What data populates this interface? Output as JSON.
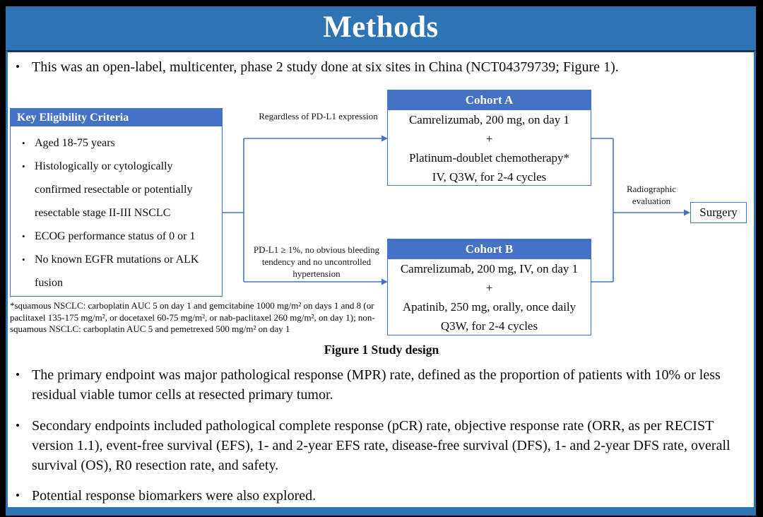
{
  "glyphs": {
    "bullet": "•"
  },
  "colors": {
    "title_bar": "#2E74B5",
    "box_header": "#4472C4",
    "connector": "#4472C4",
    "frame": "#000000"
  },
  "slide": {
    "title": "Methods",
    "bullets": [
      "This was an open-label, multicenter, phase 2 study done at six sites in China (NCT04379739; Figure 1).",
      "The primary endpoint was major pathological response (MPR) rate, defined as the proportion of patients with 10% or less residual viable tumor cells at resected primary tumor.",
      "Secondary endpoints included pathological complete response (pCR) rate, objective response rate (ORR, as per RECIST version 1.1), event-free survival (EFS), 1- and 2-year EFS rate, disease-free survival (DFS), 1- and 2-year DFS rate, overall survival (OS), R0 resection rate, and safety.",
      "Potential response biomarkers were also explored."
    ]
  },
  "figure": {
    "caption": "Figure 1 Study design",
    "eligibility": {
      "header": "Key Eligibility Criteria",
      "items": [
        "Aged 18-75 years",
        "Histologically or cytologically confirmed resectable or potentially resectable stage II-III NSCLC",
        "ECOG performance status of 0 or 1",
        "No known EGFR mutations or ALK fusion"
      ]
    },
    "branch_top_label": "Regardless of PD-L1 expression",
    "branch_bottom_label": "PD-L1 ≥ 1%, no obvious bleeding tendency and no uncontrolled hypertension",
    "cohort_a": {
      "header": "Cohort A",
      "lines": [
        "Camrelizumab, 200 mg, on day 1",
        "+",
        "Platinum-doublet chemotherapy*",
        "IV, Q3W, for 2-4 cycles"
      ]
    },
    "cohort_b": {
      "header": "Cohort B",
      "lines": [
        "Camrelizumab, 200 mg, IV, on day 1",
        "+",
        "Apatinib, 250 mg, orally, once daily",
        "Q3W, for 2-4 cycles"
      ]
    },
    "evaluation_label": "Radiographic evaluation",
    "surgery_label": "Surgery",
    "footnote": "*squamous NSCLC: carboplatin AUC 5 on day 1 and gemcitabine 1000 mg/m² on days 1 and 8 (or paclitaxel 135-175 mg/m², or docetaxel 60-75 mg/m², or nab-paclitaxel 260 mg/m², on day 1); non-squamous NSCLC: carboplatin AUC 5 and pemetrexed 500 mg/m² on day 1"
  }
}
